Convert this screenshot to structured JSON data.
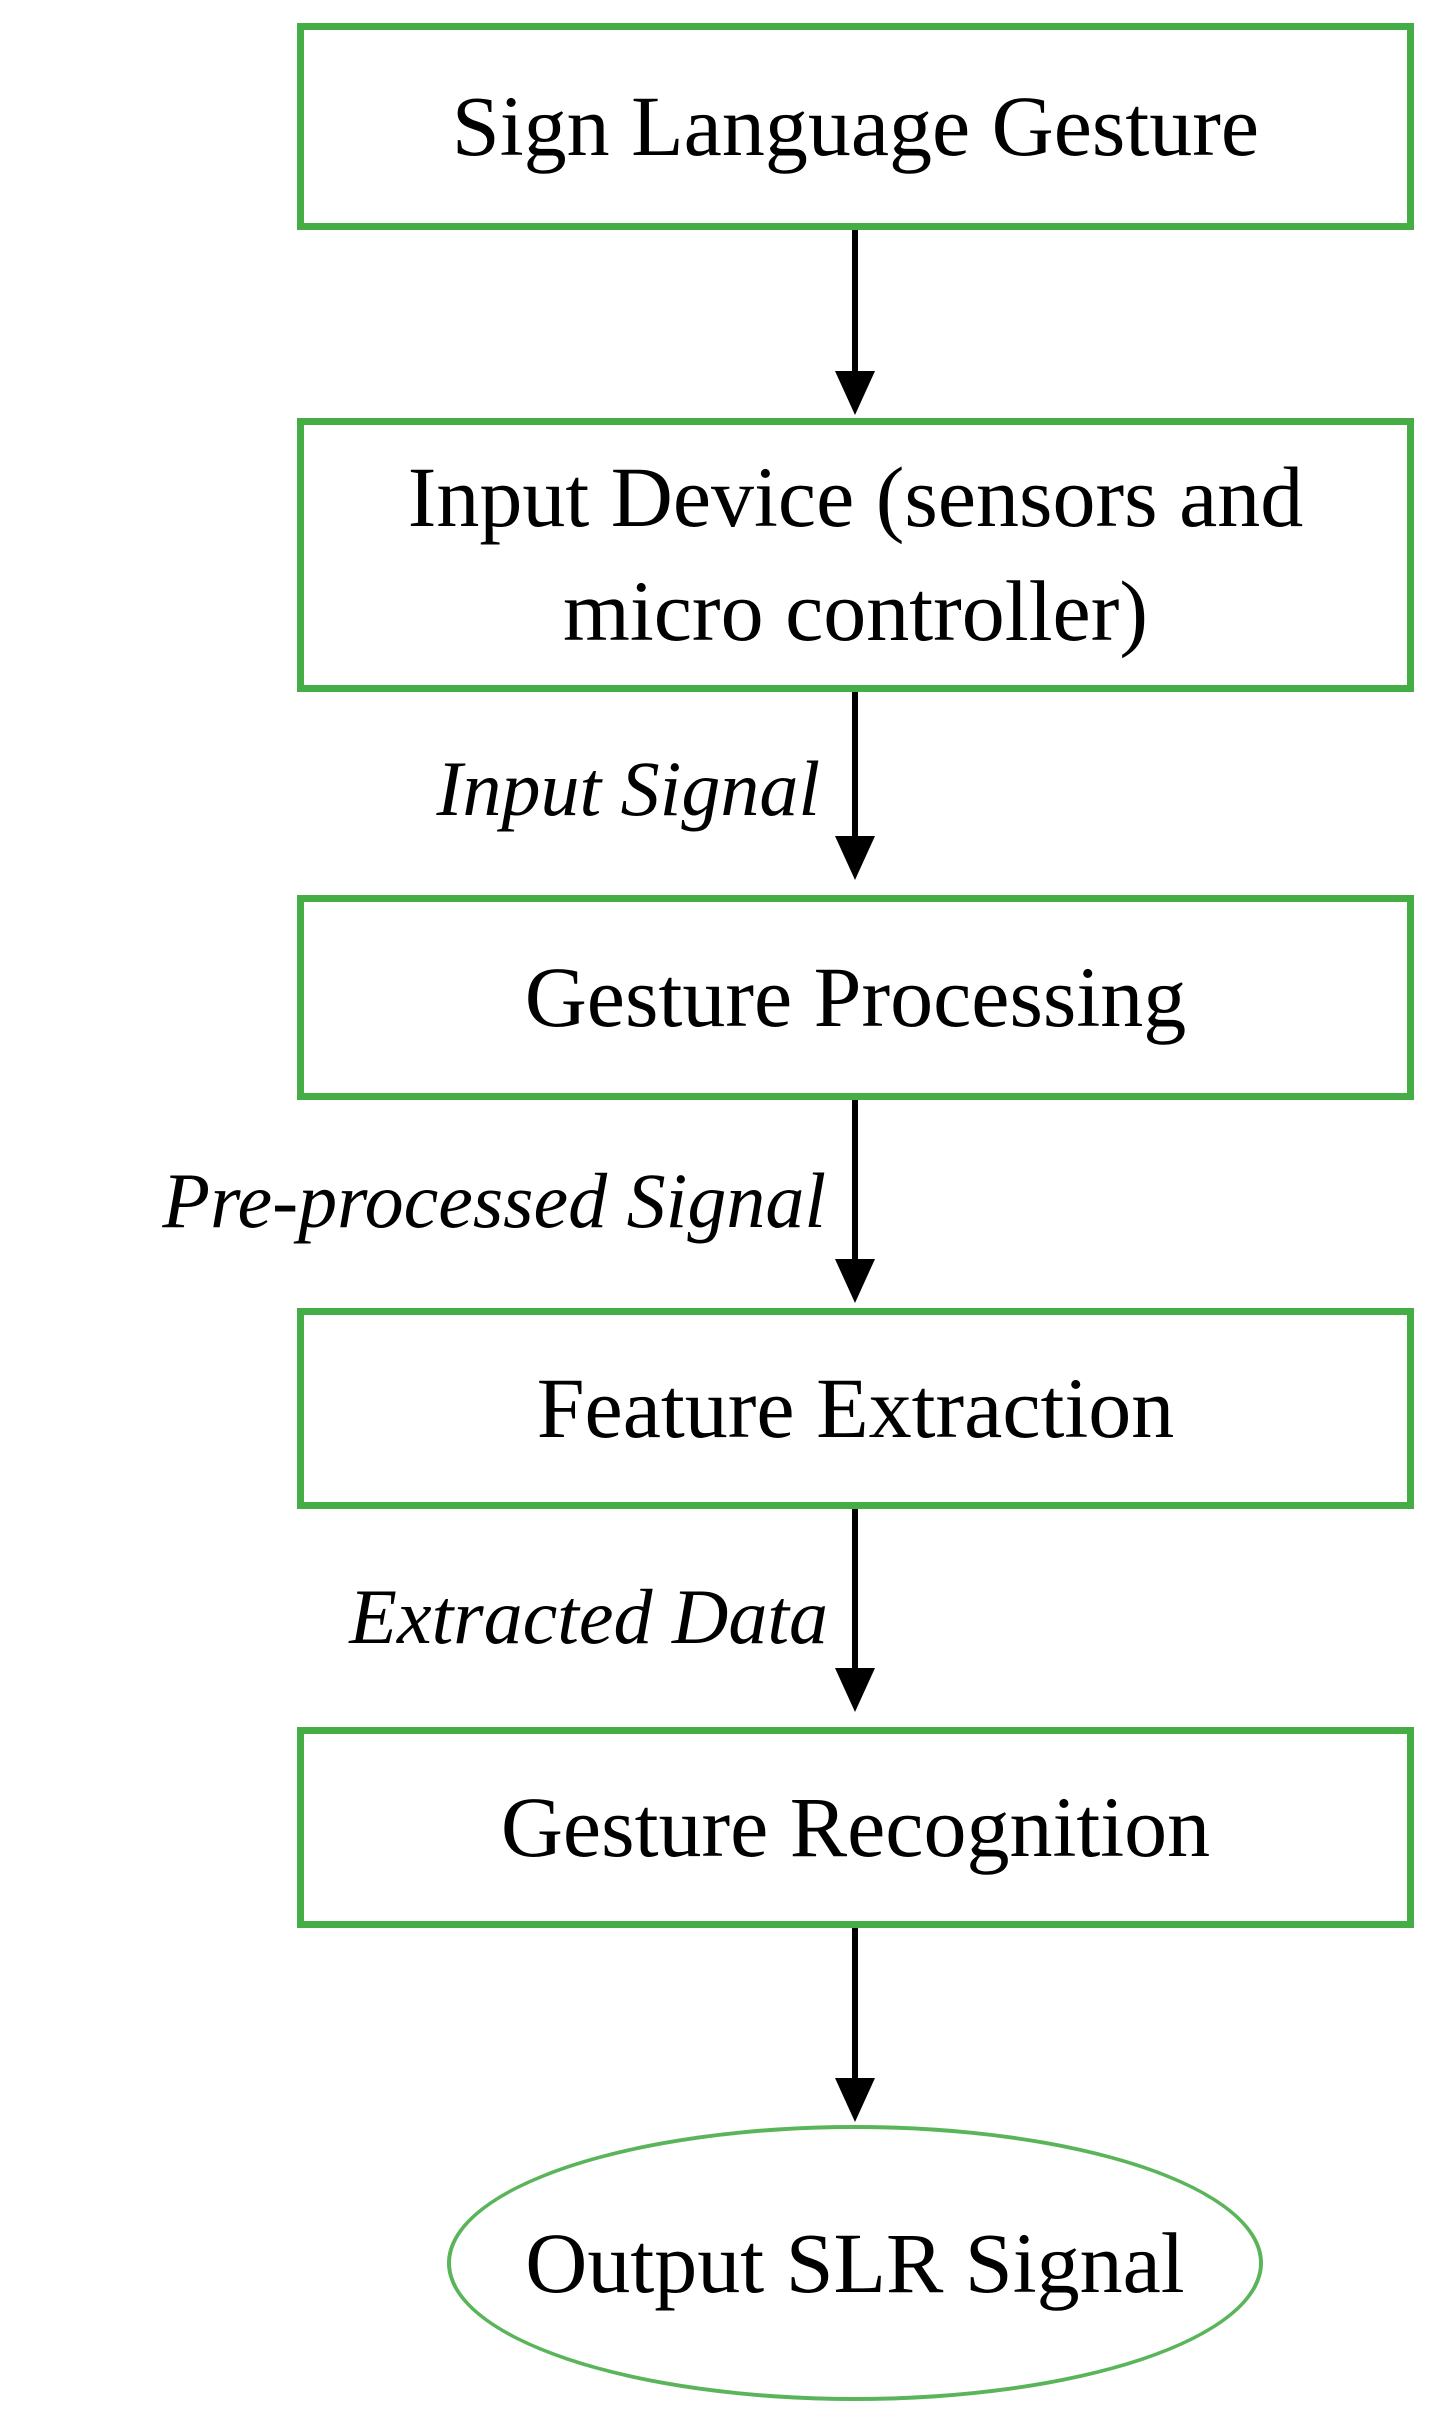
{
  "diagram": {
    "type": "flowchart",
    "topic": "Sign Language Recognition pipeline",
    "colors": {
      "background": "#ffffff",
      "box_border": "#45ad45",
      "ellipse_border": "#5ab55a",
      "arrow": "#000000",
      "text": "#000000"
    },
    "nodes": [
      {
        "id": "sign-language-gesture",
        "shape": "rectangle",
        "label": "Sign Language Gesture"
      },
      {
        "id": "input-device",
        "shape": "rectangle",
        "label": "Input Device (sensors and micro controller)"
      },
      {
        "id": "gesture-processing",
        "shape": "rectangle",
        "label": "Gesture Processing"
      },
      {
        "id": "feature-extraction",
        "shape": "rectangle",
        "label": "Feature Extraction"
      },
      {
        "id": "gesture-recognition",
        "shape": "rectangle",
        "label": "Gesture Recognition"
      },
      {
        "id": "output-slr-signal",
        "shape": "ellipse",
        "label": "Output SLR Signal"
      }
    ],
    "edges": [
      {
        "from": "sign-language-gesture",
        "to": "input-device",
        "label": ""
      },
      {
        "from": "input-device",
        "to": "gesture-processing",
        "label": "Input Signal"
      },
      {
        "from": "gesture-processing",
        "to": "feature-extraction",
        "label": "Pre-processed Signal"
      },
      {
        "from": "feature-extraction",
        "to": "gesture-recognition",
        "label": "Extracted Data"
      },
      {
        "from": "gesture-recognition",
        "to": "output-slr-signal",
        "label": ""
      }
    ]
  }
}
